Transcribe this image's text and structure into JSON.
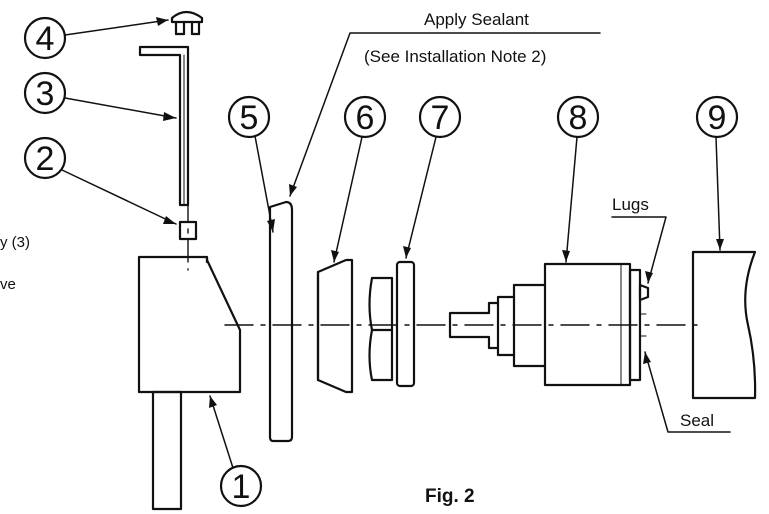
{
  "labels": {
    "apply_sealant": "Apply Sealant",
    "installation_note": "(See Installation Note 2)",
    "lugs": "Lugs",
    "seal": "Seal",
    "figure": "Fig. 2",
    "left_cut_1": "y (3)",
    "left_cut_2": "ve"
  },
  "callouts": [
    "1",
    "2",
    "3",
    "4",
    "5",
    "6",
    "7",
    "8",
    "9"
  ]
}
